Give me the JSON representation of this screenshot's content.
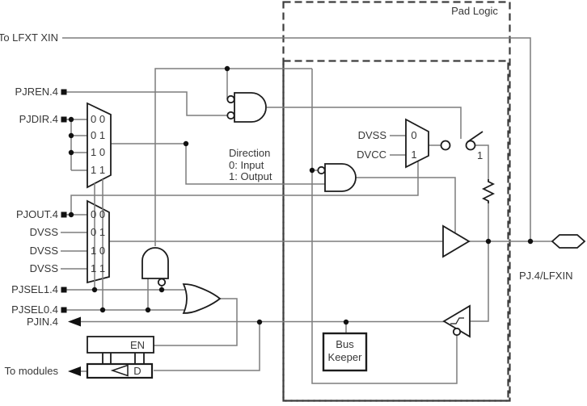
{
  "colors": {
    "wire": "#7d7d7d",
    "component_outline": "#1c1c1c",
    "dashed_boundary": "#3d3d3d",
    "text": "#373737",
    "background": "#ffffff"
  },
  "labels": {
    "pad_logic": "Pad Logic",
    "to_lfxt_xin": "To LFXT XIN",
    "pjren": "PJREN.4",
    "pjdir": "PJDIR.4",
    "pjout": "PJOUT.4",
    "dvss_01": "DVSS",
    "dvss_10": "DVSS",
    "dvss_11": "DVSS",
    "pjsel1": "PJSEL1.4",
    "pjsel0": "PJSEL0.4",
    "pjin": "PJIN.4",
    "to_modules": "To modules",
    "pin": "PJ.4/LFXIN",
    "switch_closed_value": "1"
  },
  "direction_note": {
    "title": "Direction",
    "input": "0: Input",
    "output": "1: Output"
  },
  "direction_mux": {
    "rows": [
      "0 0",
      "0 1",
      "1 0",
      "1 1"
    ]
  },
  "output_mux": {
    "rows": [
      "0 0",
      "0 1",
      "1 0",
      "1 1"
    ]
  },
  "pull_mux": {
    "input0": "DVSS",
    "input1": "DVCC",
    "sel0": "0",
    "sel1": "1"
  },
  "input_latch": {
    "enable": "EN",
    "data": "D"
  },
  "bus_keeper": {
    "line1": "Bus",
    "line2": "Keeper"
  }
}
